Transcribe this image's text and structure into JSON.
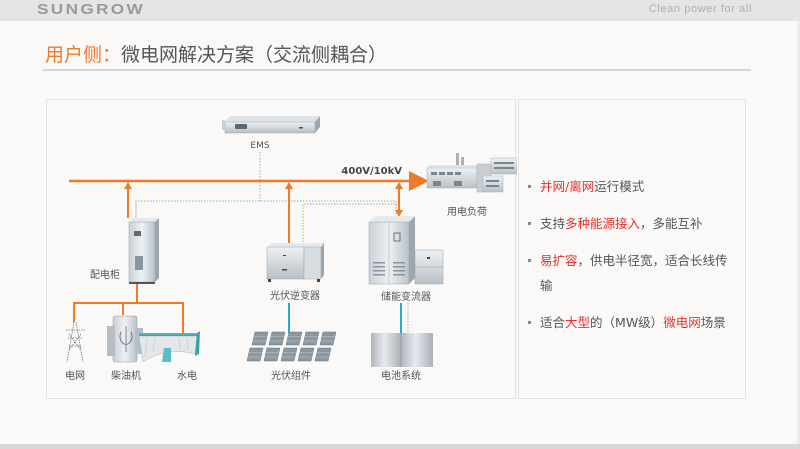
{
  "header": {
    "logo": "SUNGROW",
    "tagline": "Clean power for all"
  },
  "title": {
    "highlight": "用户侧：",
    "rest": "微电网解决方案（交流侧耦合）"
  },
  "diagram": {
    "bus_label": "400V/10kV",
    "colors": {
      "ac_line": "#f07a2a",
      "dc_line": "#29a8e0",
      "comm_line": "#a8a8a8"
    },
    "nodes": {
      "ems": "EMS",
      "load": "用电负荷",
      "distribution_cabinet": "配电柜",
      "pv_inverter": "光伏逆变器",
      "storage_converter": "储能变流器",
      "grid": "电网",
      "diesel_generator": "柴油机",
      "hydropower": "水电",
      "pv_modules": "光伏组件",
      "battery_system": "电池系统"
    }
  },
  "features": [
    {
      "parts": [
        {
          "text": "并网/离网",
          "red": true
        },
        {
          "text": "运行模式",
          "red": false
        }
      ]
    },
    {
      "parts": [
        {
          "text": "支持",
          "red": false
        },
        {
          "text": "多种能源接入",
          "red": true
        },
        {
          "text": "，多能互补",
          "red": false
        }
      ]
    },
    {
      "parts": [
        {
          "text": "易扩容",
          "red": true
        },
        {
          "text": "，供电半径宽，适合长线传输",
          "red": false
        }
      ]
    },
    {
      "parts": [
        {
          "text": "适合",
          "red": false
        },
        {
          "text": "大型",
          "red": true
        },
        {
          "text": "的（MW级）",
          "red": false
        },
        {
          "text": "微电网",
          "red": true
        },
        {
          "text": "场景",
          "red": false
        }
      ]
    }
  ]
}
